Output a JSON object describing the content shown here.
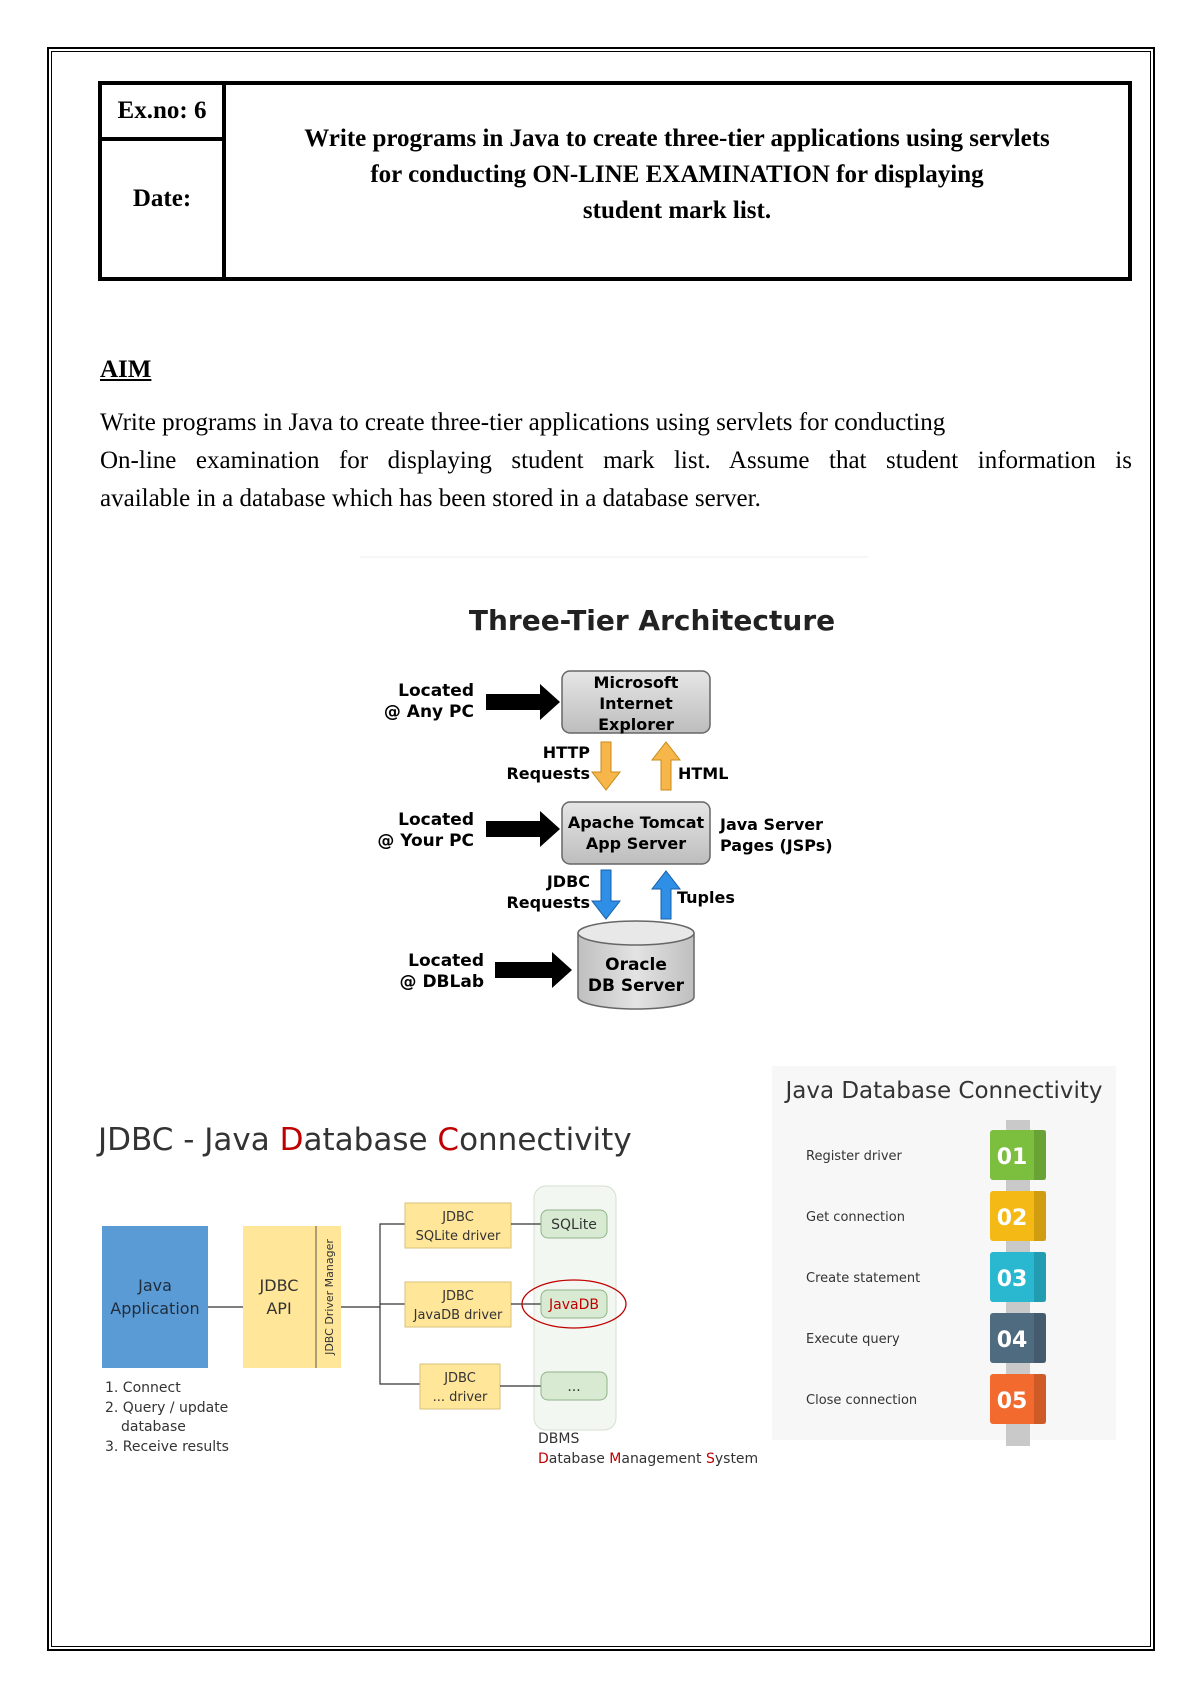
{
  "header": {
    "exno_label": "Ex.no: 6",
    "date_label": "Date:",
    "title_lines": [
      "Write programs in Java to create three-tier applications using servlets",
      "for conducting ON-LINE EXAMINATION for displaying",
      "student mark list."
    ]
  },
  "aim": {
    "heading": "AIM",
    "lines": [
      "Write programs in Java to create three-tier applications using servlets for conducting",
      "On-line examination for displaying student mark list. Assume that student information is",
      "available in a database which has been stored in a database server."
    ]
  },
  "three_tier": {
    "title": "Three-Tier Architecture",
    "tier1_label": [
      "Located",
      "@ Any PC"
    ],
    "tier1_box": [
      "Microsoft",
      "Internet",
      "Explorer"
    ],
    "http_requests": [
      "HTTP",
      "Requests"
    ],
    "html_label": "HTML",
    "tier2_label": [
      "Located",
      "@ Your PC"
    ],
    "tier2_box": [
      "Apache Tomcat",
      "App Server"
    ],
    "jsp_label": [
      "Java Server",
      "Pages (JSPs)"
    ],
    "jdbc_requests": [
      "JDBC",
      "Requests"
    ],
    "tuples_label": "Tuples",
    "tier3_label": [
      "Located",
      "@ DBLab"
    ],
    "tier3_box": [
      "Oracle",
      "DB Server"
    ],
    "colors": {
      "http_arrow": "#f6b64a",
      "jdbc_arrow": "#2f8fe6",
      "box": "#d3d3d3"
    }
  },
  "jdbc_diagram": {
    "title_parts": [
      "JDBC - Java ",
      "D",
      "ataba",
      "se ",
      "C",
      "onnectivity"
    ],
    "java_app": [
      "Java",
      "Application"
    ],
    "jdbc_api": [
      "JDBC",
      "API"
    ],
    "driver_manager": "JDBC Driver Manager",
    "drivers": [
      [
        "JDBC",
        "SQLite driver"
      ],
      [
        "JDBC",
        "JavaDB driver"
      ],
      [
        "JDBC",
        "... driver"
      ]
    ],
    "databases": [
      "SQLite",
      "JavaDB",
      "..."
    ],
    "steps": [
      "1. Connect",
      "2. Query / update",
      "database",
      "3. Receive results"
    ],
    "dbms_label": "DBMS",
    "dbms_full": [
      "D",
      "atabase ",
      "M",
      "anagement ",
      "S",
      "ystem"
    ],
    "colors": {
      "app_blue": "#5b9bd5",
      "yellow": "#ffe699",
      "red": "#c00000",
      "green_db": "#d9ead3"
    }
  },
  "jdbc_steps": {
    "title": "Java Database Connectivity",
    "steps": [
      {
        "num": "01",
        "label": "Register driver",
        "color": "#7cbf3f"
      },
      {
        "num": "02",
        "label": "Get connection",
        "color": "#f5b915"
      },
      {
        "num": "03",
        "label": "Create statement",
        "color": "#29b8cf"
      },
      {
        "num": "04",
        "label": "Execute query",
        "color": "#4f6b7f"
      },
      {
        "num": "05",
        "label": "Close connection",
        "color": "#f26a2e"
      }
    ]
  }
}
